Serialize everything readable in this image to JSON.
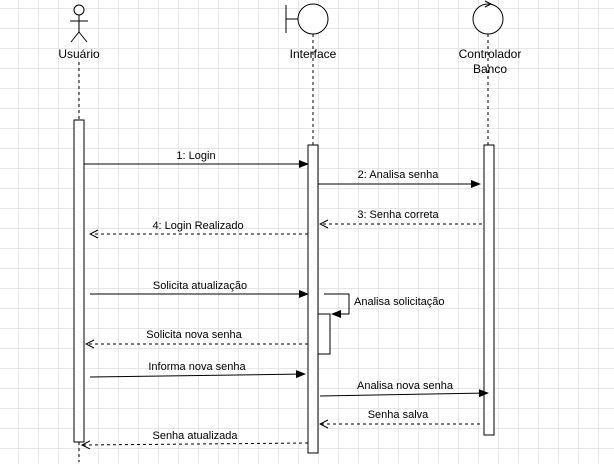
{
  "diagram": {
    "participants": [
      {
        "id": "usuario",
        "kind": "actor",
        "name": "Usuário"
      },
      {
        "id": "interface",
        "kind": "boundary",
        "name": "Interface"
      },
      {
        "id": "controlador",
        "kind": "control",
        "name_lines": [
          "Controlador",
          "Banco"
        ]
      }
    ],
    "messages": [
      {
        "from": "usuario",
        "to": "interface",
        "label": "1: Login",
        "style": "sync"
      },
      {
        "from": "interface",
        "to": "controlador",
        "label": "2: Analisa senha",
        "style": "sync"
      },
      {
        "from": "controlador",
        "to": "interface",
        "label": "3: Senha correta",
        "style": "return"
      },
      {
        "from": "interface",
        "to": "usuario",
        "label": "4: Login Realizado",
        "style": "return"
      },
      {
        "from": "usuario",
        "to": "interface",
        "label": "Solicita atualização",
        "style": "sync"
      },
      {
        "from": "interface",
        "to": "interface",
        "label": "Analisa solicitação",
        "style": "self"
      },
      {
        "from": "interface",
        "to": "usuario",
        "label": "Solicita nova senha",
        "style": "return"
      },
      {
        "from": "usuario",
        "to": "interface",
        "label": "Informa nova senha",
        "style": "sync"
      },
      {
        "from": "interface",
        "to": "controlador",
        "label": "Analisa nova senha",
        "style": "sync"
      },
      {
        "from": "controlador",
        "to": "interface",
        "label": "Senha salva",
        "style": "return"
      },
      {
        "from": "interface",
        "to": "usuario",
        "label": "Senha atualizada",
        "style": "return"
      }
    ]
  }
}
